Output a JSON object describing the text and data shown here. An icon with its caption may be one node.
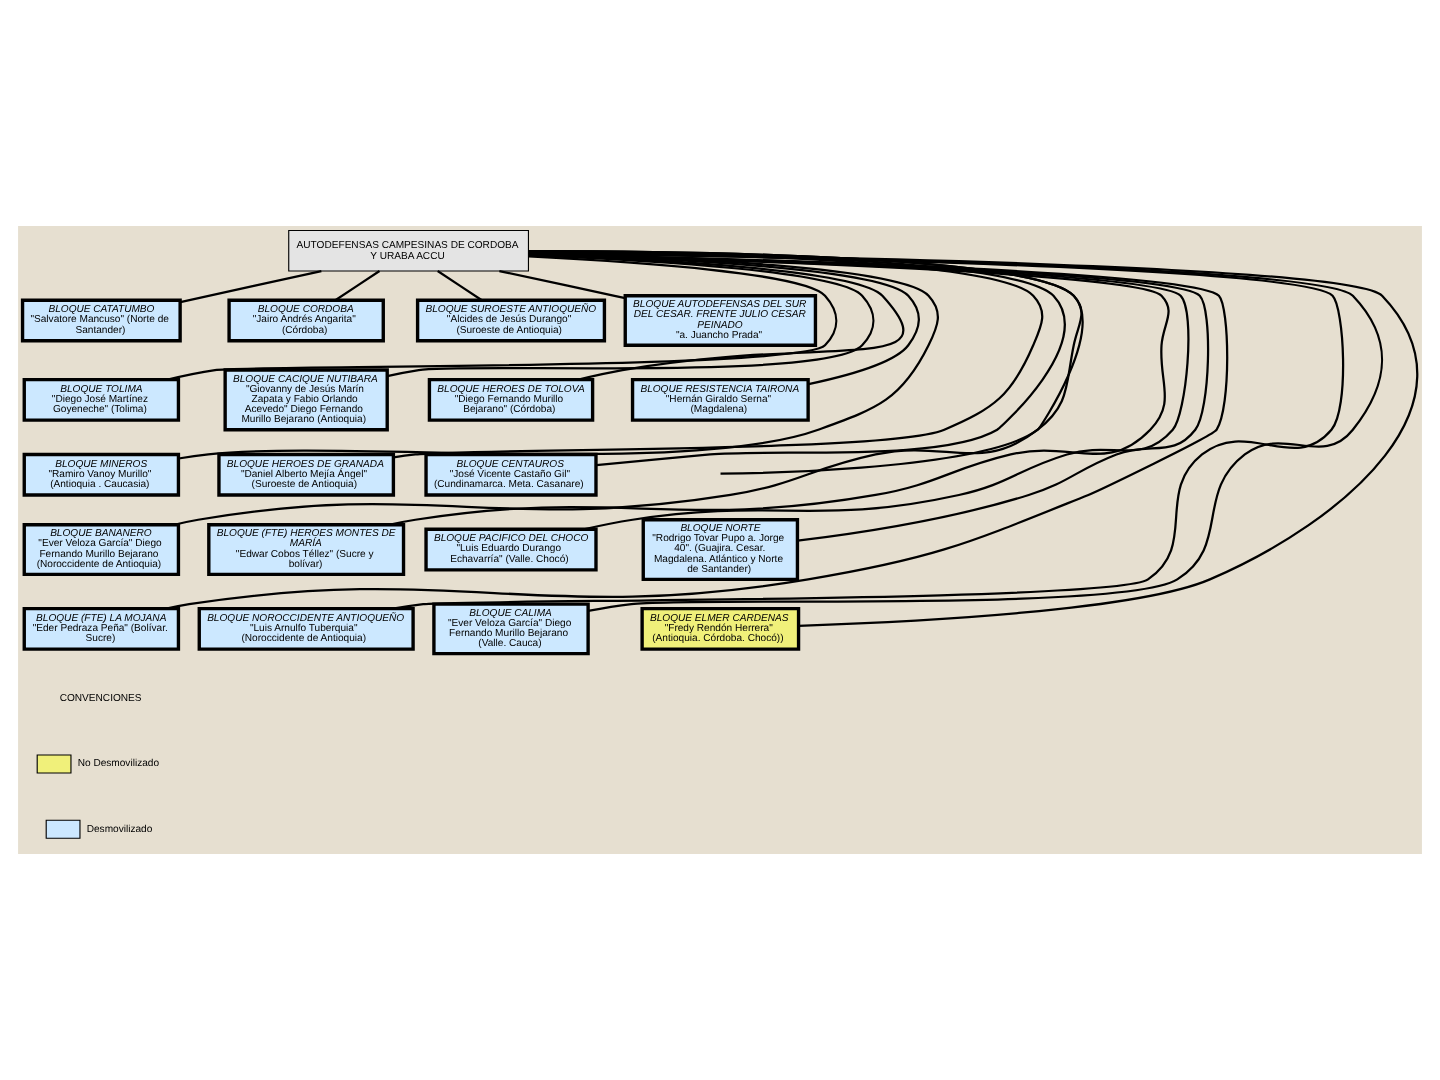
{
  "diagram": {
    "nodes": [
      {
        "text": [
          "AUTODEFENSAS CAMPESINAS DE CORDOBA Y URABA ACCU"
        ]
      },
      {
        "text": [
          "BLOQUE CATATUMBO",
          "\"Salvatore Mancuso\" (Norte de Santander)"
        ]
      },
      {
        "text": [
          "BLOQUE CORDOBA",
          "\"Jairo Andrés Angarita\" (Córdoba)"
        ]
      },
      {
        "text": [
          "BLOQUE SUROESTE ANTIOQUEÑO",
          "\"Alcides de Jesús Durango\" (Suroeste de Antioquia)"
        ]
      },
      {
        "text": [
          "BLOQUE AUTODEFENSAS DEL SUR DEL CESAR. FRENTE JULIO CESAR PEINADO",
          "\"a. Juancho Prada\""
        ]
      },
      {
        "text": [
          "BLOQUE TOLIMA",
          "\"Diego José Martínez Goyeneche\" (Tolima)"
        ]
      },
      {
        "text": [
          "BLOQUE CACIQUE NUTIBARA",
          "\"Giovanny de Jesús Marín Zapata y Fabio Orlando Acevedo\" Diego Fernando Murillo Bejarano (Antioquia)"
        ]
      },
      {
        "text": [
          "BLOQUE HEROES DE TOLOVA",
          "\"Diego Fernando Murillo Bejarano\" (Córdoba)"
        ]
      },
      {
        "text": [
          "BLOQUE RESISTENCIA TAIRONA",
          "\"Hernán Giraldo Serna\" (Magdalena)"
        ]
      },
      {
        "text": [
          "BLOQUE MINEROS",
          "\"Ramiro Vanoy Murillo\" (Antioquia . Caucasia)"
        ]
      },
      {
        "text": [
          "BLOQUE HEROES DE GRANADA",
          "\"Daniel Alberto Mejía Ángel\" (Suroeste de Antioquia)"
        ]
      },
      {
        "text": [
          "BLOQUE CENTAUROS",
          "\"José Vicente Castaño Gil\" (Cundinamarca. Meta. Casanare)"
        ]
      },
      {
        "text": [
          "BLOQUE BANANERO",
          "\"Ever Veloza García\" Diego Fernando Murillo Bejarano (Noroccidente de Antioquia)"
        ]
      },
      {
        "text": [
          "BLOQUE (FTE) HEROES MONTES DE MARÍA",
          "\"Edwar Cobos Téllez\" (Sucre y bolívar)"
        ]
      },
      {
        "text": [
          "BLOQUE PACIFICO DEL CHOCO",
          "\"Luis Eduardo Durango Echavarría\" (Valle. Chocó)"
        ]
      },
      {
        "text": [
          "BLOQUE NORTE",
          "\"Rodrigo Tovar Pupo a. Jorge 40\". (Guajira. Cesar. Magdalena. Atlántico y Norte de Santander)"
        ]
      },
      {
        "text": [
          "BLOQUE (FTE) LA MOJANA",
          "\"Eder Pedraza Peña\" (Bolívar. Sucre)"
        ]
      },
      {
        "text": [
          "BLOQUE NOROCCIDENTE ANTIOQUEÑO",
          "\"Luis Arnulfo Tuberquia\" (Noroccidente de Antioquia)"
        ]
      },
      {
        "text": [
          "BLOQUE CALIMA",
          "\"Ever Veloza García\" Diego Fernando Murillo Bejarano (Valle. Cauca)"
        ]
      },
      {
        "text": [
          "BLOQUE ELMER CARDENAS",
          "\"Fredy Rendón Herrera\" (Antioquia. Córdoba. Chocó))"
        ]
      }
    ],
    "edges": [
      {
        "from": 0,
        "to": 1,
        "arrow": "none"
      },
      {
        "from": 0,
        "to": 2,
        "arrow": "none"
      },
      {
        "from": 0,
        "to": 3,
        "arrow": "none"
      },
      {
        "from": 0,
        "to": 4,
        "arrow": "none"
      },
      {
        "from": 0,
        "to": 5,
        "arrow": "none"
      },
      {
        "from": 0,
        "to": 6,
        "arrow": "none"
      },
      {
        "from": 0,
        "to": 7,
        "arrow": "none"
      },
      {
        "from": 0,
        "to": 8,
        "arrow": "none"
      },
      {
        "from": 0,
        "to": 9,
        "arrow": "none"
      },
      {
        "from": 0,
        "to": 10,
        "arrow": "none"
      },
      {
        "from": 0,
        "to": 11,
        "arrow": "none"
      },
      {
        "from": 0,
        "to": null,
        "arrow": "none"
      },
      {
        "from": 0,
        "to": 12,
        "arrow": "none"
      },
      {
        "from": 0,
        "to": 13,
        "arrow": "none"
      },
      {
        "from": 0,
        "to": 14,
        "arrow": "none"
      },
      {
        "from": 0,
        "to": 15,
        "arrow": "none"
      },
      {
        "from": 0,
        "to": 16,
        "arrow": "none"
      },
      {
        "from": 0,
        "to": 17,
        "arrow": "none"
      },
      {
        "from": 0,
        "to": 18,
        "arrow": "none"
      },
      {
        "from": 0,
        "to": 19,
        "arrow": "none"
      }
    ],
    "labels": [
      "CONVENCIONES"
    ],
    "legend": [
      {
        "text": "No Desmovilizado",
        "color": "#f0f07a"
      },
      {
        "text": "Desmovilizado",
        "color": "#cce8ff"
      }
    ]
  }
}
